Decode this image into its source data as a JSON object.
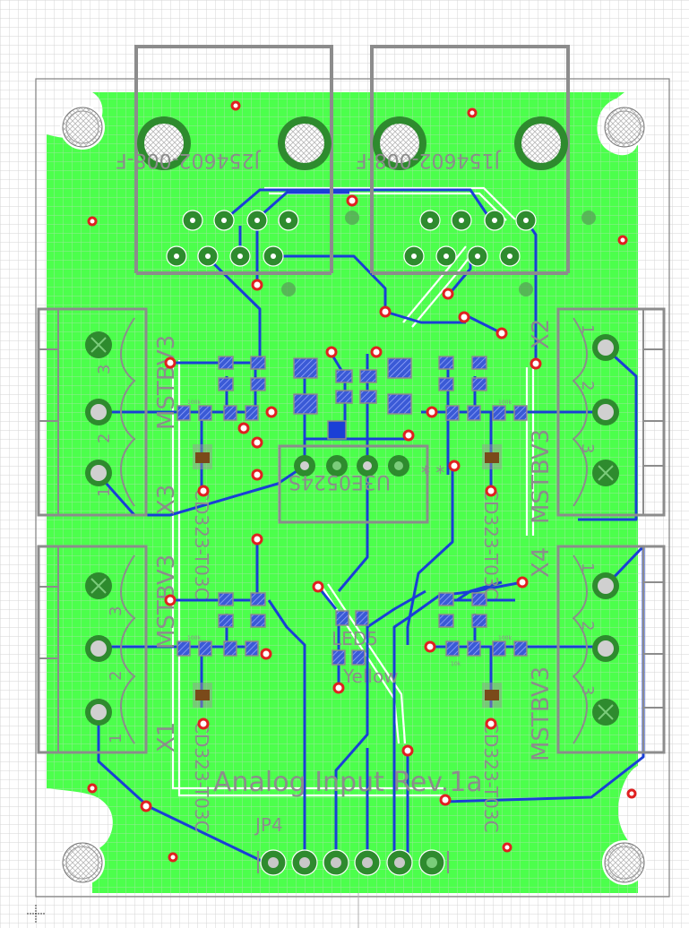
{
  "colors": {
    "background": "#ffffff",
    "grid_minor": "#d8d8d8",
    "grid_major": "#c4c4c4",
    "copper_pour": "#4cff4c",
    "trace": "#1a3fd6",
    "silkscreen": "#8c8c8c",
    "pad_ring": "#2e8b2e",
    "via_ring": "#e02020",
    "smd_pad": "#3a5ad6",
    "diode_body": "#7a4a1a",
    "board_outline": "#808080"
  },
  "board": {
    "title_text": "Analog Input Rev.1a"
  },
  "components": {
    "j2": {
      "ref": "J2",
      "value": "54602-008-F"
    },
    "j1": {
      "ref": "J1",
      "value": "54602-008-F"
    },
    "x1": {
      "ref": "X1",
      "value": "MSTBV3",
      "pins": [
        "1",
        "2",
        "3"
      ]
    },
    "x2": {
      "ref": "X2",
      "value": "MSTBV3",
      "pins": [
        "1",
        "2",
        "3"
      ]
    },
    "x3": {
      "ref": "X3",
      "value": "MSTBV3",
      "pins": [
        "1",
        "2",
        "3"
      ]
    },
    "x4": {
      "ref": "X4",
      "value": "MSTBV3",
      "pins": [
        "1",
        "2",
        "3"
      ]
    },
    "u3": {
      "ref": "U3",
      "value": "E0524S",
      "marks": "* *"
    },
    "led5": {
      "ref": "LED5",
      "value": "Yellow"
    },
    "jp4": {
      "ref": "JP4"
    },
    "diodes": [
      {
        "value": "CD323-T03C"
      },
      {
        "value": "CD323-T03C"
      },
      {
        "value": "CD323-T03C"
      },
      {
        "value": "CD323-T03C"
      }
    ],
    "resistor_value": "100k",
    "resistor_value_small": "10k"
  }
}
